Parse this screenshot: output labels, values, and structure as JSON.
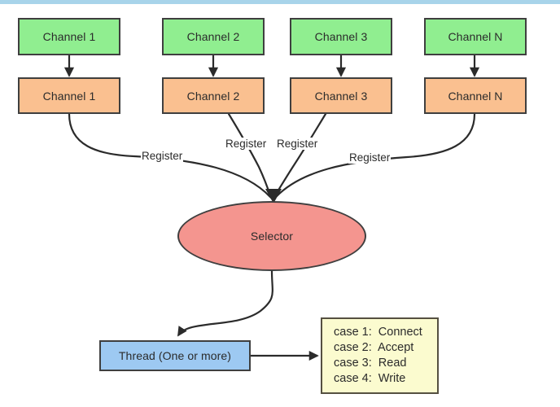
{
  "diagram": {
    "title": "Java NIO Selector multiplexing diagram",
    "background": "#ffffff",
    "top_strip_color": "#a8d4ea",
    "colors": {
      "channel_top": "#90ee90",
      "channel_bottom": "#fac090",
      "selector": "#f4958f",
      "thread": "#9dc9f2",
      "case_box": "#fbfbcf",
      "stroke": "#3f3f3f"
    },
    "channels": [
      {
        "top_label": "Channel 1",
        "bottom_label": "Channel 1"
      },
      {
        "top_label": "Channel 2",
        "bottom_label": "Channel 2"
      },
      {
        "top_label": "Channel 3",
        "bottom_label": "Channel 3"
      },
      {
        "top_label": "Channel N",
        "bottom_label": "Channel N"
      }
    ],
    "edge_labels": [
      {
        "text": "Register"
      },
      {
        "text": "Register"
      },
      {
        "text": "Register"
      },
      {
        "text": "Register"
      }
    ],
    "selector": {
      "label": "Selector"
    },
    "thread": {
      "label": "Thread (One or more)"
    },
    "cases": {
      "lines": [
        "case 1:  Connect",
        "case 2:  Accept",
        "case 3:  Read",
        "case 4:  Write"
      ]
    }
  }
}
